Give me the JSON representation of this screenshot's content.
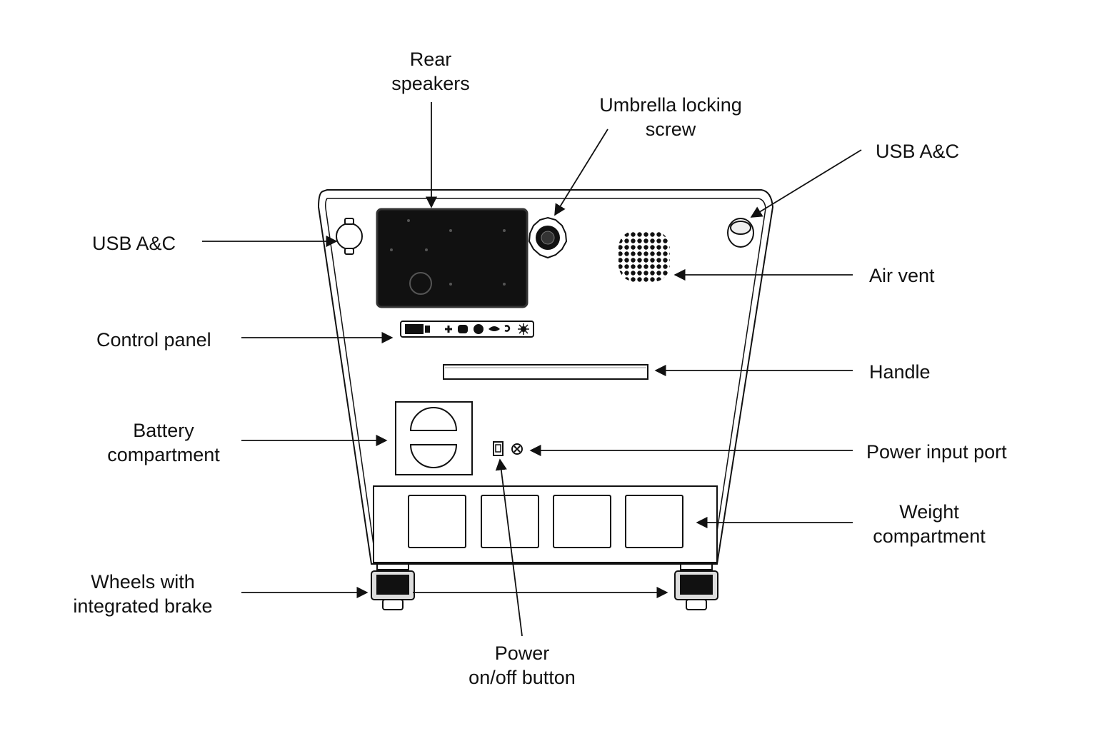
{
  "colors": {
    "line": "#111111",
    "fill_dark": "#111111",
    "background": "#ffffff"
  },
  "labels": {
    "rear_speakers": [
      "Rear",
      "speakers"
    ],
    "umbrella_screw": [
      "Umbrella locking",
      "screw"
    ],
    "usb_right": "USB A&C",
    "usb_left": "USB A&C",
    "air_vent": "Air vent",
    "control_panel": "Control panel",
    "handle": "Handle",
    "battery": [
      "Battery",
      "compartment"
    ],
    "power_input": "Power input port",
    "weight": [
      "Weight",
      "compartment"
    ],
    "wheels": [
      "Wheels with",
      "integrated brake"
    ],
    "power_button": [
      "Power",
      "on/off button"
    ]
  }
}
